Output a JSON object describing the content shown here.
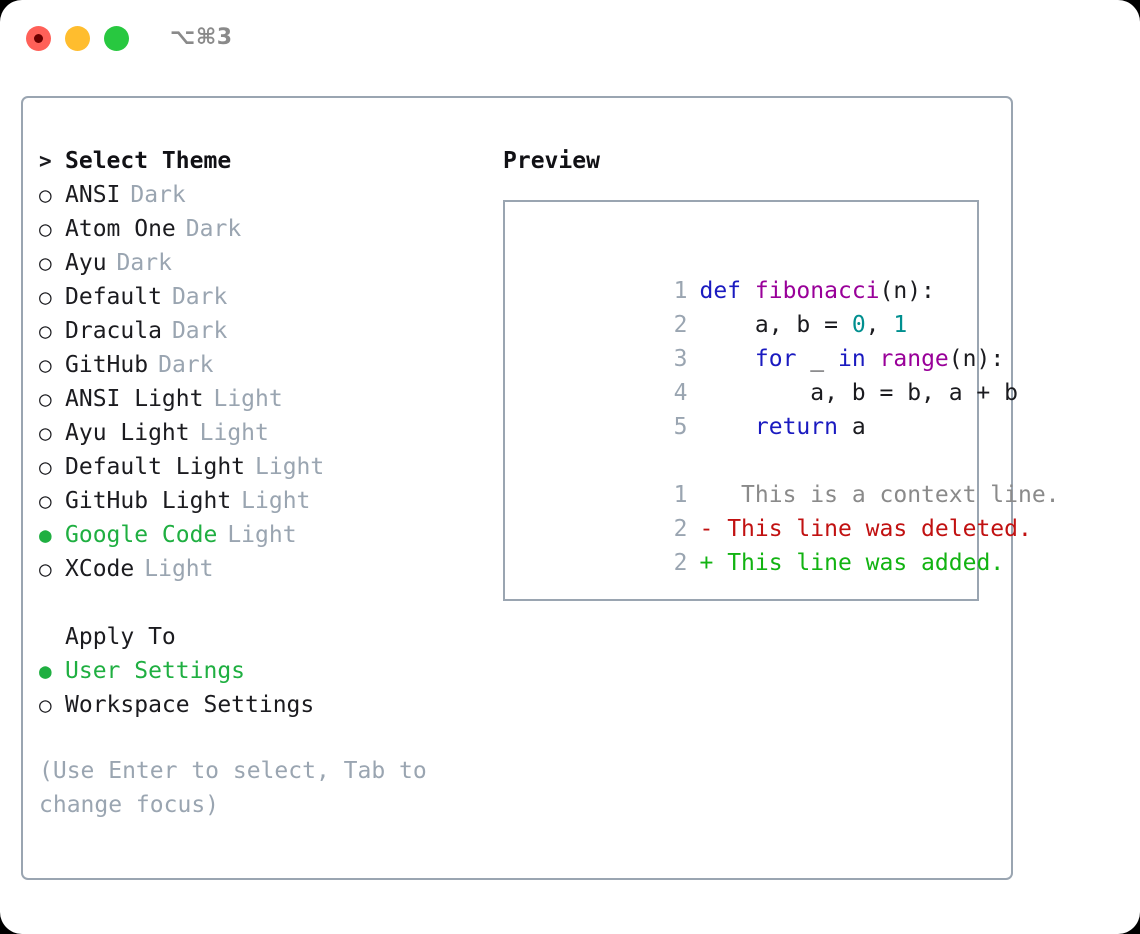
{
  "window": {
    "title": "⌥⌘3",
    "controls": {
      "close": "close",
      "minimize": "minimize",
      "maximize": "maximize"
    }
  },
  "colors": {
    "accent_green": "#1faf41",
    "muted": "#9aa5b1",
    "text": "#1b1b1f",
    "keyword": "#1a1ac0",
    "function": "#990099",
    "number": "#008f8f",
    "diff_deleted": "#c11111",
    "diff_added": "#12b312",
    "diff_context": "#8a8a8a",
    "border": "#9aa5b1"
  },
  "theme_picker": {
    "header": {
      "caret": ">",
      "title": "Select Theme"
    },
    "selected_index": 10,
    "items": [
      {
        "marker": "○",
        "name": "ANSI",
        "tag": "Dark",
        "selected": false
      },
      {
        "marker": "○",
        "name": "Atom One",
        "tag": "Dark",
        "selected": false
      },
      {
        "marker": "○",
        "name": "Ayu",
        "tag": "Dark",
        "selected": false
      },
      {
        "marker": "○",
        "name": "Default",
        "tag": "Dark",
        "selected": false
      },
      {
        "marker": "○",
        "name": "Dracula",
        "tag": "Dark",
        "selected": false
      },
      {
        "marker": "○",
        "name": "GitHub",
        "tag": "Dark",
        "selected": false
      },
      {
        "marker": "○",
        "name": "ANSI Light",
        "tag": "Light",
        "selected": false
      },
      {
        "marker": "○",
        "name": "Ayu Light",
        "tag": "Light",
        "selected": false
      },
      {
        "marker": "○",
        "name": "Default Light",
        "tag": "Light",
        "selected": false
      },
      {
        "marker": "○",
        "name": "GitHub Light",
        "tag": "Light",
        "selected": false
      },
      {
        "marker": "●",
        "name": "Google Code",
        "tag": "Light",
        "selected": true
      },
      {
        "marker": "○",
        "name": "XCode",
        "tag": "Light",
        "selected": false
      }
    ]
  },
  "apply_to": {
    "header": "Apply To",
    "selected_index": 0,
    "items": [
      {
        "marker": "●",
        "name": "User Settings",
        "selected": true
      },
      {
        "marker": "○",
        "name": "Workspace Settings",
        "selected": false
      }
    ]
  },
  "hint": "(Use Enter to select, Tab to change focus)",
  "preview": {
    "title": "Preview",
    "code": [
      {
        "ln": "1",
        "tokens": [
          {
            "t": "def",
            "c": "kw"
          },
          {
            "t": " ",
            "c": "pl"
          },
          {
            "t": "fibonacci",
            "c": "fn"
          },
          {
            "t": "(n):",
            "c": "pl"
          }
        ]
      },
      {
        "ln": "2",
        "tokens": [
          {
            "t": "    a, b = ",
            "c": "pl"
          },
          {
            "t": "0",
            "c": "num"
          },
          {
            "t": ", ",
            "c": "pl"
          },
          {
            "t": "1",
            "c": "num"
          }
        ]
      },
      {
        "ln": "3",
        "tokens": [
          {
            "t": "    ",
            "c": "pl"
          },
          {
            "t": "for",
            "c": "kw"
          },
          {
            "t": " _ ",
            "c": "pl"
          },
          {
            "t": "in",
            "c": "kw"
          },
          {
            "t": " ",
            "c": "pl"
          },
          {
            "t": "range",
            "c": "fn"
          },
          {
            "t": "(n):",
            "c": "pl"
          }
        ]
      },
      {
        "ln": "4",
        "tokens": [
          {
            "t": "        a, b = b, a + b",
            "c": "pl"
          }
        ]
      },
      {
        "ln": "5",
        "tokens": [
          {
            "t": "    ",
            "c": "pl"
          },
          {
            "t": "return",
            "c": "kw"
          },
          {
            "t": " a",
            "c": "pl"
          }
        ]
      }
    ],
    "diff": [
      {
        "ln": "1",
        "sign": " ",
        "text": "  This is a context line.",
        "kind": "context"
      },
      {
        "ln": "2",
        "sign": "-",
        "text": " This line was deleted.",
        "kind": "deleted"
      },
      {
        "ln": "2",
        "sign": "+",
        "text": " This line was added.",
        "kind": "added"
      }
    ]
  }
}
